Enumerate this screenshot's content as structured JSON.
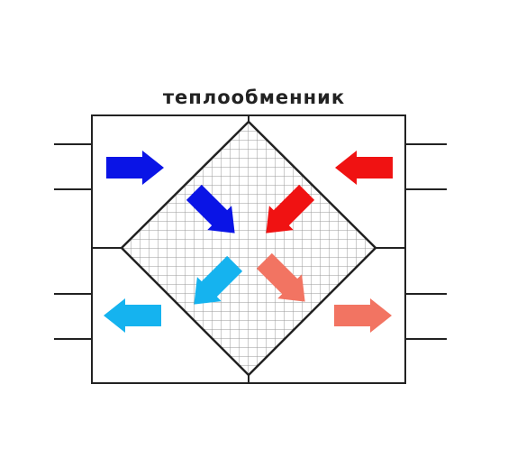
{
  "title": "теплообменник",
  "colors": {
    "frame": "#222222",
    "grid": "#9a9a9a",
    "cold_supply": "#0a14e6",
    "warm_exhaust": "#f01212",
    "cooled_exhaust": "#15b3ef",
    "heated_supply": "#f27462"
  },
  "arrows": [
    {
      "name": "cold-inflow-arrow",
      "color_key": "cold_supply",
      "direction": "east"
    },
    {
      "name": "warm-inflow-arrow",
      "color_key": "warm_exhaust",
      "direction": "west"
    },
    {
      "name": "cold-into-core-arrow",
      "color_key": "cold_supply",
      "direction": "southeast"
    },
    {
      "name": "warm-into-core-arrow",
      "color_key": "warm_exhaust",
      "direction": "southwest"
    },
    {
      "name": "cooled-out-of-core-arrow",
      "color_key": "cooled_exhaust",
      "direction": "southwest"
    },
    {
      "name": "heated-out-of-core-arrow",
      "color_key": "heated_supply",
      "direction": "southeast"
    },
    {
      "name": "cooled-outflow-arrow",
      "color_key": "cooled_exhaust",
      "direction": "west"
    },
    {
      "name": "heated-outflow-arrow",
      "color_key": "heated_supply",
      "direction": "east"
    }
  ]
}
